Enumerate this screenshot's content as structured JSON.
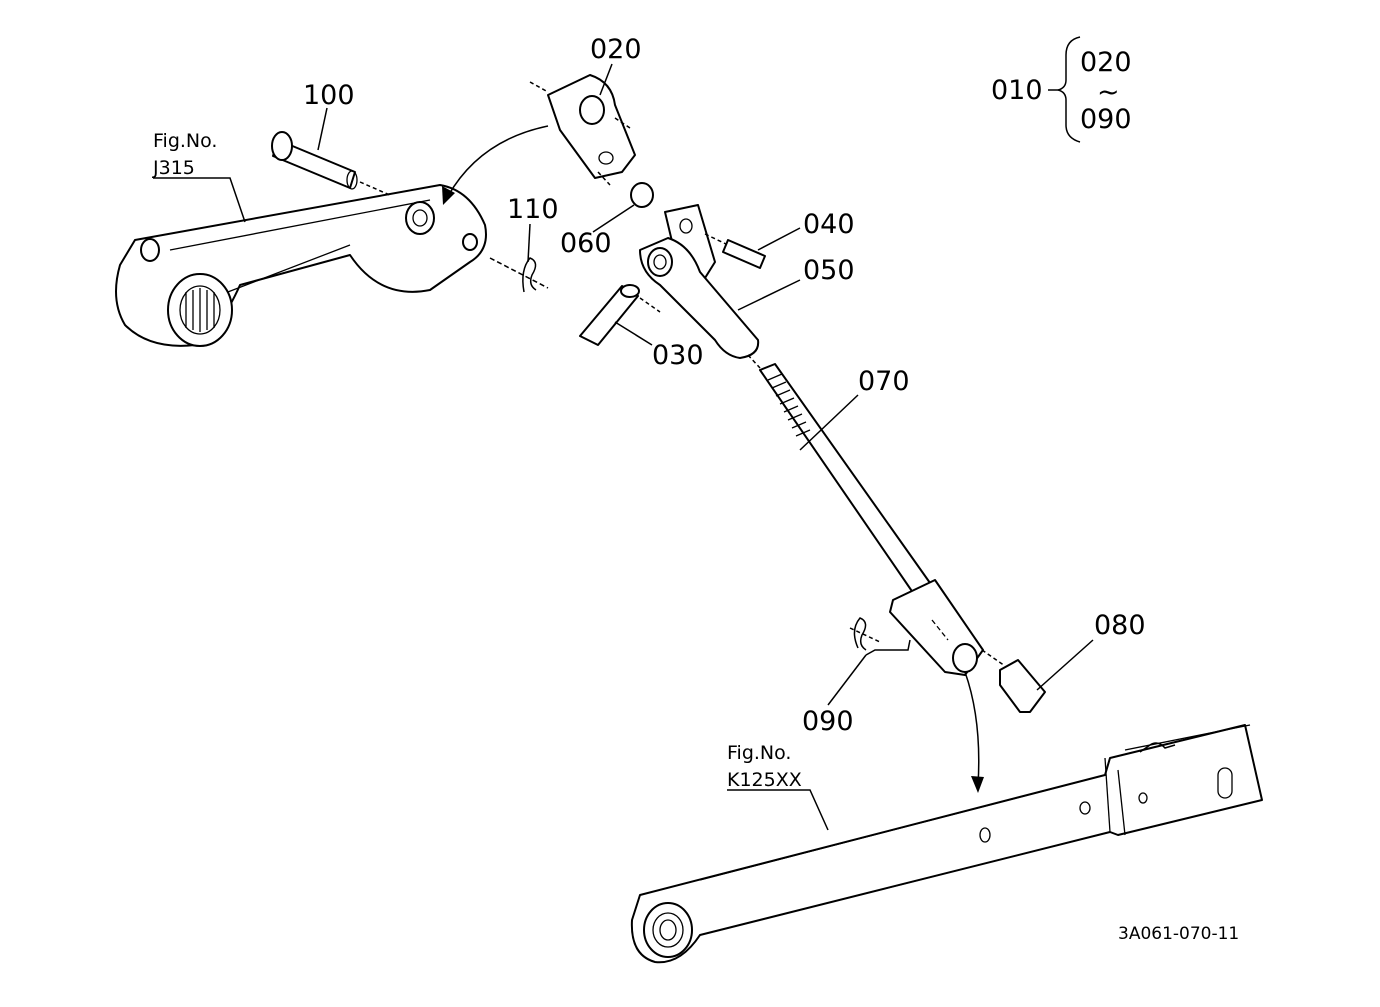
{
  "callouts": {
    "p020": "020",
    "p100": "100",
    "p110": "110",
    "p040": "040",
    "p050": "050",
    "p060": "060",
    "p030": "030",
    "p070": "070",
    "p080": "080",
    "p090": "090"
  },
  "assembly": {
    "parent": "010",
    "from": "020",
    "range_mark": "~",
    "to": "090"
  },
  "figure_refs": {
    "upper": {
      "prefix": "Fig.No.",
      "number": "J315"
    },
    "lower": {
      "prefix": "Fig.No.",
      "number": "K125XX"
    }
  },
  "diagram_code": "3A061-070-11"
}
